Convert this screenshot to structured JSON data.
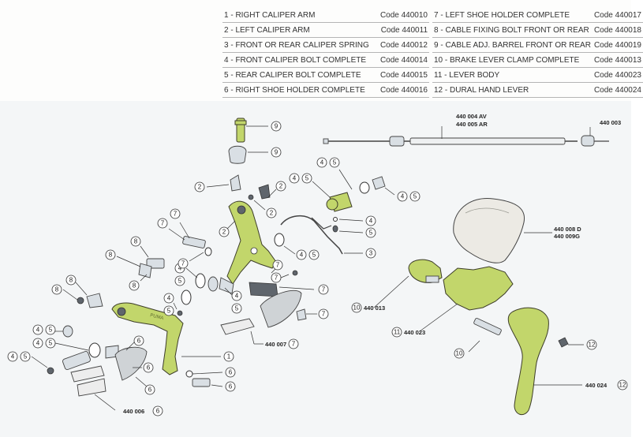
{
  "parts_table": {
    "left": [
      {
        "name": "1 - RIGHT CALIPER ARM",
        "code": "Code 440010"
      },
      {
        "name": "2 - LEFT CALIPER ARM",
        "code": "Code 440011"
      },
      {
        "name": "3 - FRONT OR REAR CALIPER SPRING",
        "code": "Code 440012"
      },
      {
        "name": "4 - FRONT CALIPER BOLT COMPLETE",
        "code": "Code 440014"
      },
      {
        "name": "5 - REAR CALIPER BOLT COMPLETE",
        "code": "Code 440015"
      },
      {
        "name": "6 - RIGHT SHOE HOLDER COMPLETE",
        "code": "Code 440016"
      }
    ],
    "right": [
      {
        "name": "7 - LEFT SHOE HOLDER COMPLETE",
        "code": "Code 440017"
      },
      {
        "name": "8 - CABLE FIXING BOLT FRONT OR REAR",
        "code": "Code 440018"
      },
      {
        "name": "9 - CABLE ADJ. BARREL FRONT OR REAR",
        "code": "Code 440019"
      },
      {
        "name": "10 - BRAKE LEVER CLAMP COMPLETE",
        "code": "Code 440013"
      },
      {
        "name": "11 - LEVER BODY",
        "code": "Code 440023"
      },
      {
        "name": "12 - DURAL HAND LEVER",
        "code": "Code 440024"
      }
    ]
  },
  "callouts": {
    "cable_av": "440 004 AV",
    "cable_ar": "440 005 AR",
    "ferrule": "440 003",
    "hood_d": "440 008 D",
    "hood_g": "440 009G",
    "clamp": "440 013",
    "lever_body": "440 023",
    "hand_lever": "440 024",
    "shoe_right": "440 006",
    "shoe_left": "440 007",
    "n1": "1",
    "n2": "2",
    "n3": "3",
    "n4": "4",
    "n5": "5",
    "n6": "6",
    "n7": "7",
    "n8": "8",
    "n9": "9",
    "n10": "10",
    "n11": "11",
    "n12": "12"
  },
  "colors": {
    "part_green": "#c2d66b",
    "metal": "#d9dfe4",
    "background": "#f4f6f7"
  }
}
